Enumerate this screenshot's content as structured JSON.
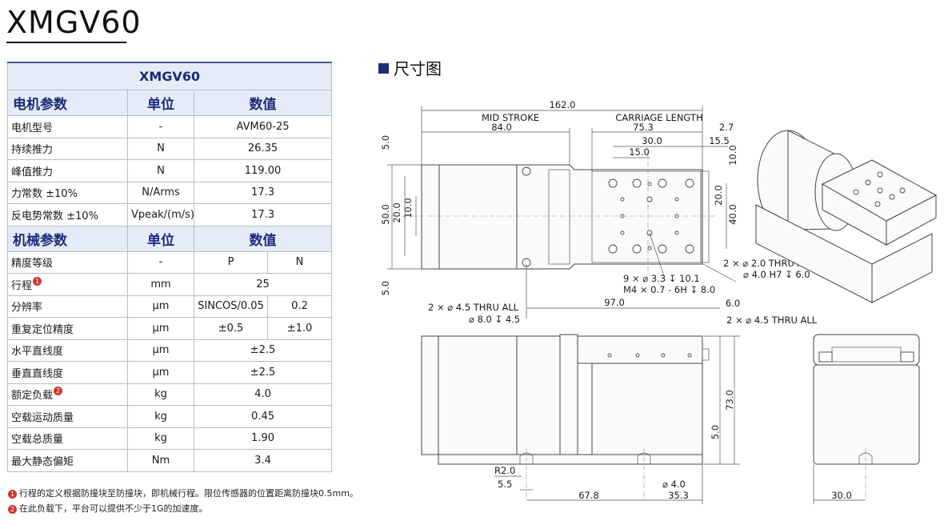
{
  "page_title": "XMGV60",
  "spec_table": {
    "model": "XMGV60",
    "motor_section": {
      "header": [
        "电机参数",
        "单位",
        "数值"
      ]
    },
    "motor_rows": [
      {
        "param": "电机型号",
        "unit": "-",
        "value": "AVM60-25"
      },
      {
        "param": "持续推力",
        "unit": "N",
        "value": "26.35"
      },
      {
        "param": "峰值推力",
        "unit": "N",
        "value": "119.00"
      },
      {
        "param": "力常数 ±10%",
        "unit": "N/Arms",
        "value": "17.3"
      },
      {
        "param": "反电势常数 ±10%",
        "unit": "Vpeak/(m/s)",
        "value": "17.3"
      }
    ],
    "mech_section": {
      "header": [
        "机械参数",
        "单位",
        "数值"
      ]
    },
    "mech_rows": [
      {
        "param": "精度等级",
        "unit": "-",
        "p": "P",
        "n": "N"
      },
      {
        "param": "行程",
        "unit": "mm",
        "value": "25",
        "note": "1"
      },
      {
        "param": "分辨率",
        "unit": "μm",
        "p": "SINCOS/0.05",
        "n": "0.2"
      },
      {
        "param": "重复定位精度",
        "unit": "μm",
        "p": "±0.5",
        "n": "±1.0"
      },
      {
        "param": "水平直线度",
        "unit": "μm",
        "value": "±2.5"
      },
      {
        "param": "垂直直线度",
        "unit": "μm",
        "value": "±2.5"
      },
      {
        "param": "额定负载",
        "unit": "kg",
        "value": "4.0",
        "note": "2"
      },
      {
        "param": "空载运动质量",
        "unit": "kg",
        "value": "0.45"
      },
      {
        "param": "空载总质量",
        "unit": "kg",
        "value": "1.90"
      },
      {
        "param": "最大静态偏矩",
        "unit": "Nm",
        "value": "3.4"
      }
    ]
  },
  "notes": [
    {
      "marker": "1",
      "text": "行程的定义根据防撞块至防撞块，即机械行程。限位传感器的位置距离防撞块0.5mm。"
    },
    {
      "marker": "2",
      "text": "在此负载下，平台可以提供不少于1G的加速度。"
    }
  ],
  "drawing": {
    "heading": "尺寸图",
    "labels": {
      "overall": "162.0",
      "mid_stroke_title": "MID STROKE",
      "mid_stroke": "84.0",
      "carriage_title": "CARRIAGE LENGTH",
      "carriage": "75.3",
      "d27": "2.7",
      "d30": "30.0",
      "d15": "15.0",
      "d155": "15.5",
      "d100": "10.0",
      "left_50_top": "5.0",
      "left_200": "20.0",
      "left_100": "10.0",
      "left_500": "50.0",
      "left_50_bot": "5.0",
      "right_200": "20.0",
      "right_400": "40.0",
      "hole_thru": "2 × ⌀ 2.0 THRU ALL",
      "hole_h7": "⌀ 4.0 H7 ↧ 6.0",
      "hole_9x": "9 × ⌀ 3.3 ↧ 10.1",
      "hole_m4": "M4 × 0.7 - 6H ↧ 8.0",
      "base_thru_left": "2 ×  ⌀ 4.5 THRU ALL",
      "base_cbore": "⌀ 8.0 ↧ 4.5",
      "d970": "97.0",
      "d60": "6.0",
      "base_thru_right": "2 × ⌀ 4.5 THRU ALL",
      "height_730": "73.0",
      "height_50": "5.0",
      "r20": "R2.0",
      "d55": "5.5",
      "d678": "67.8",
      "d40": "⌀ 4.0",
      "d353": "35.3",
      "end_300": "30.0"
    }
  }
}
